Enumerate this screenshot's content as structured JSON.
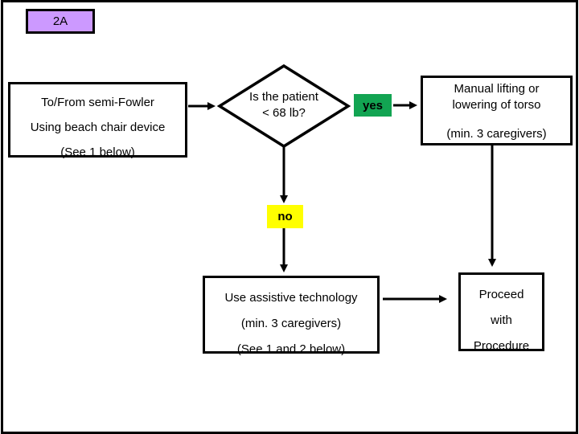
{
  "slide": {
    "tag": "2A",
    "tag_bg_color": "#CC99FF",
    "background_color": "#FFFFFF",
    "frame_color": "#000000"
  },
  "flowchart": {
    "start": {
      "line1": "To/From semi-Fowler",
      "line2": "Using beach chair device",
      "line3": "(See 1 below)"
    },
    "decision": {
      "line1": "Is the patient",
      "line2": "< 68 lb?"
    },
    "yes": {
      "label": "yes",
      "bg_color": "#12A452"
    },
    "no": {
      "label": "no",
      "bg_color": "#FFFF00"
    },
    "manual": {
      "line1": "Manual lifting or",
      "line2": "lowering of torso",
      "line3": "(min. 3 caregivers)"
    },
    "assistive": {
      "line1": "Use assistive technology",
      "line2": "(min. 3 caregivers)",
      "line3": "(See 1 and 2 below)"
    },
    "proceed": {
      "line1": "Proceed",
      "line2": "with",
      "line3": "Procedure"
    }
  }
}
